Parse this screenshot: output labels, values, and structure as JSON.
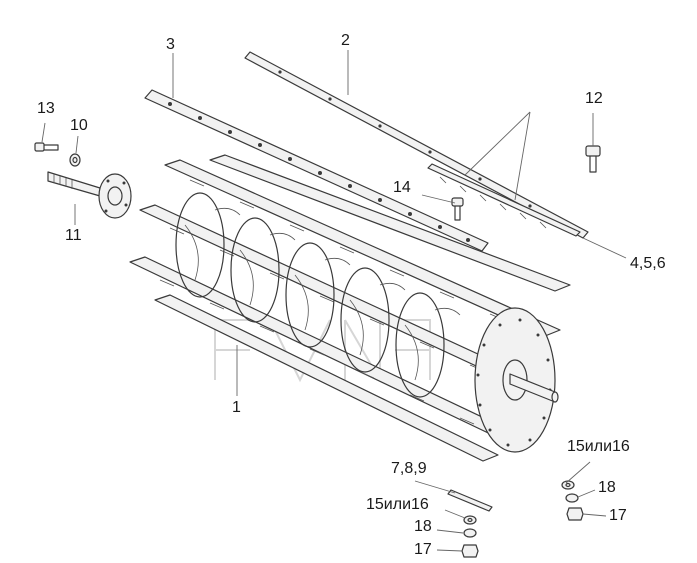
{
  "callouts": {
    "c1": "1",
    "c2": "2",
    "c3": "3",
    "c4": "4,5,6",
    "c7": "7,8,9",
    "c10": "10",
    "c11": "11",
    "c12": "12",
    "c13": "13",
    "c14": "14",
    "c15a": "15или16",
    "c15b": "15или16",
    "c17a": "17",
    "c17b": "17",
    "c18a": "18",
    "c18b": "18"
  },
  "colors": {
    "line": "#3a3a3a",
    "fill": "#f2f2f2",
    "watermark": "#d6d6d6"
  }
}
